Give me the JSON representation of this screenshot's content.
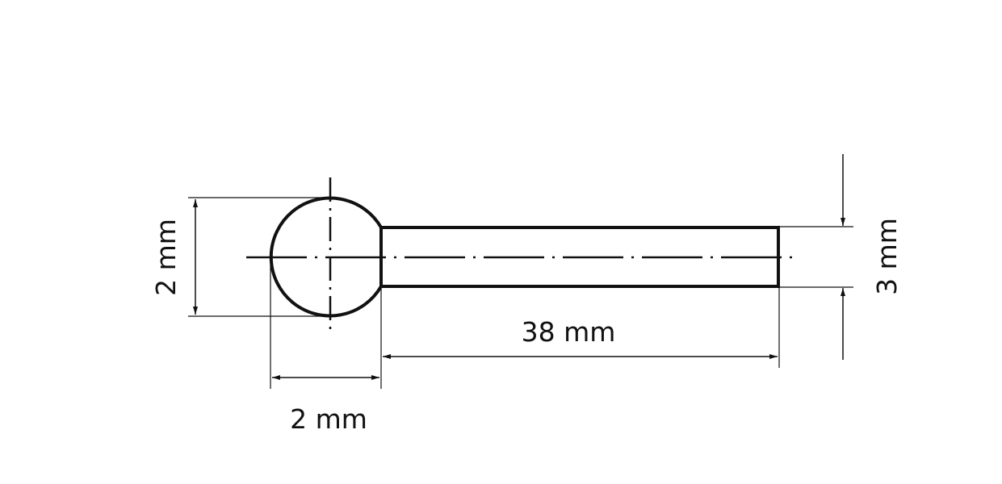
{
  "diagram": {
    "type": "technical-drawing",
    "subject": "ball-head mounted point / shank tool",
    "colors": {
      "line": "#111111",
      "background": "#ffffff"
    },
    "dimensions": {
      "head_height": "2 mm",
      "head_length": "2 mm",
      "shank_length": "38 mm",
      "shank_diameter": "3 mm"
    }
  }
}
